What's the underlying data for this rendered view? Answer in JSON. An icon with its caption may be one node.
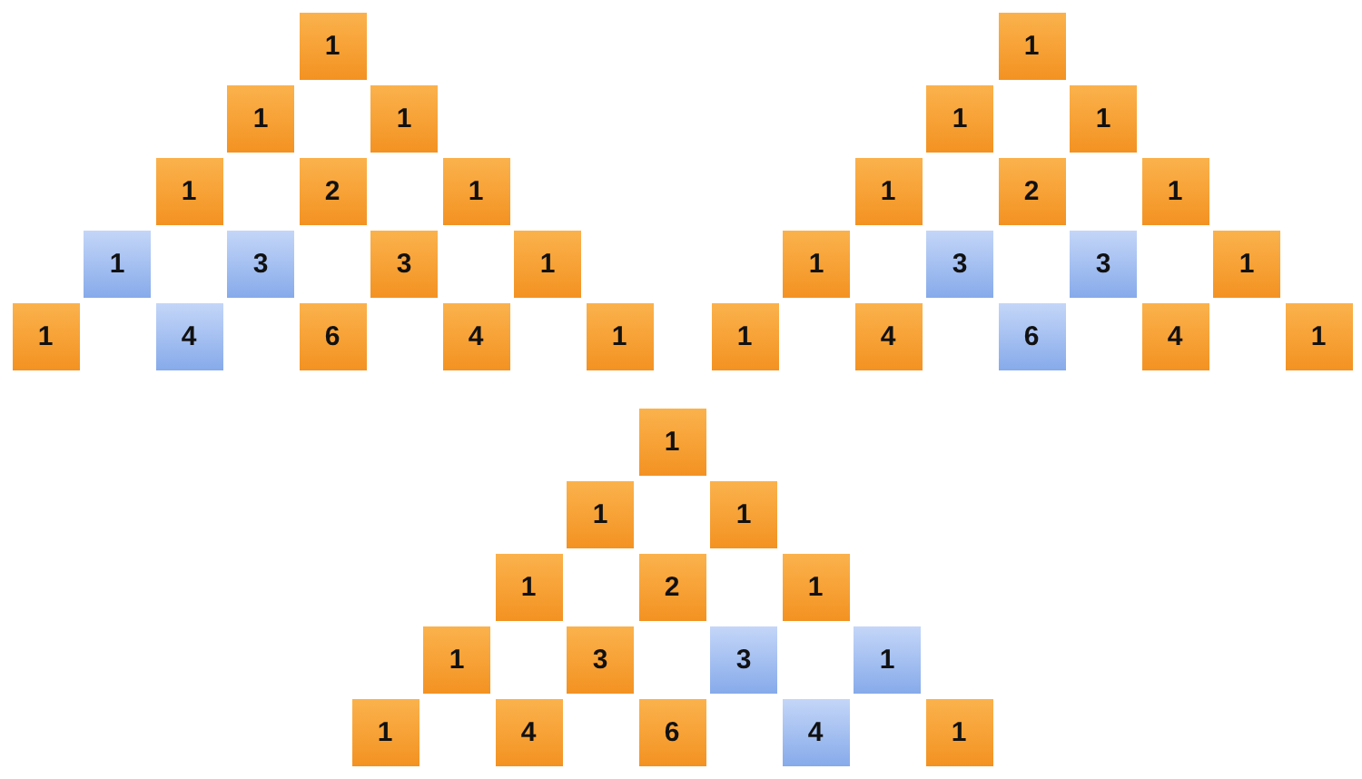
{
  "diagram": {
    "nodes": [
      {
        "text": [
          "1"
        ]
      },
      {
        "text": [
          "1"
        ]
      },
      {
        "text": [
          "1"
        ]
      },
      {
        "text": [
          "1"
        ]
      },
      {
        "text": [
          "2"
        ]
      },
      {
        "text": [
          "1"
        ]
      },
      {
        "text": [
          "1"
        ]
      },
      {
        "text": [
          "3"
        ]
      },
      {
        "text": [
          "3"
        ]
      },
      {
        "text": [
          "1"
        ]
      },
      {
        "text": [
          "1"
        ]
      },
      {
        "text": [
          "4"
        ]
      },
      {
        "text": [
          "6"
        ]
      },
      {
        "text": [
          "4"
        ]
      },
      {
        "text": [
          "1"
        ]
      },
      {
        "text": [
          "1"
        ]
      },
      {
        "text": [
          "1"
        ]
      },
      {
        "text": [
          "1"
        ]
      },
      {
        "text": [
          "1"
        ]
      },
      {
        "text": [
          "2"
        ]
      },
      {
        "text": [
          "1"
        ]
      },
      {
        "text": [
          "1"
        ]
      },
      {
        "text": [
          "3"
        ]
      },
      {
        "text": [
          "3"
        ]
      },
      {
        "text": [
          "1"
        ]
      },
      {
        "text": [
          "1"
        ]
      },
      {
        "text": [
          "4"
        ]
      },
      {
        "text": [
          "6"
        ]
      },
      {
        "text": [
          "4"
        ]
      },
      {
        "text": [
          "1"
        ]
      },
      {
        "text": [
          "1"
        ]
      },
      {
        "text": [
          "1"
        ]
      },
      {
        "text": [
          "1"
        ]
      },
      {
        "text": [
          "1"
        ]
      },
      {
        "text": [
          "2"
        ]
      },
      {
        "text": [
          "1"
        ]
      },
      {
        "text": [
          "1"
        ]
      },
      {
        "text": [
          "3"
        ]
      },
      {
        "text": [
          "3"
        ]
      },
      {
        "text": [
          "1"
        ]
      },
      {
        "text": [
          "1"
        ]
      },
      {
        "text": [
          "4"
        ]
      },
      {
        "text": [
          "6"
        ]
      },
      {
        "text": [
          "4"
        ]
      },
      {
        "text": [
          "1"
        ]
      }
    ]
  }
}
